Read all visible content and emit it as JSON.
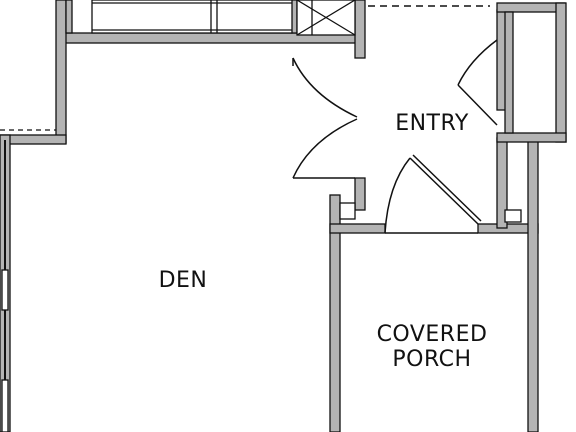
{
  "rooms": {
    "den": "DEN",
    "entry": "ENTRY",
    "porch_line1": "COVERED",
    "porch_line2": "PORCH"
  },
  "colors": {
    "wall_fill": "#b4b4b4",
    "wall_stroke": "#111111",
    "background": "#ffffff"
  }
}
